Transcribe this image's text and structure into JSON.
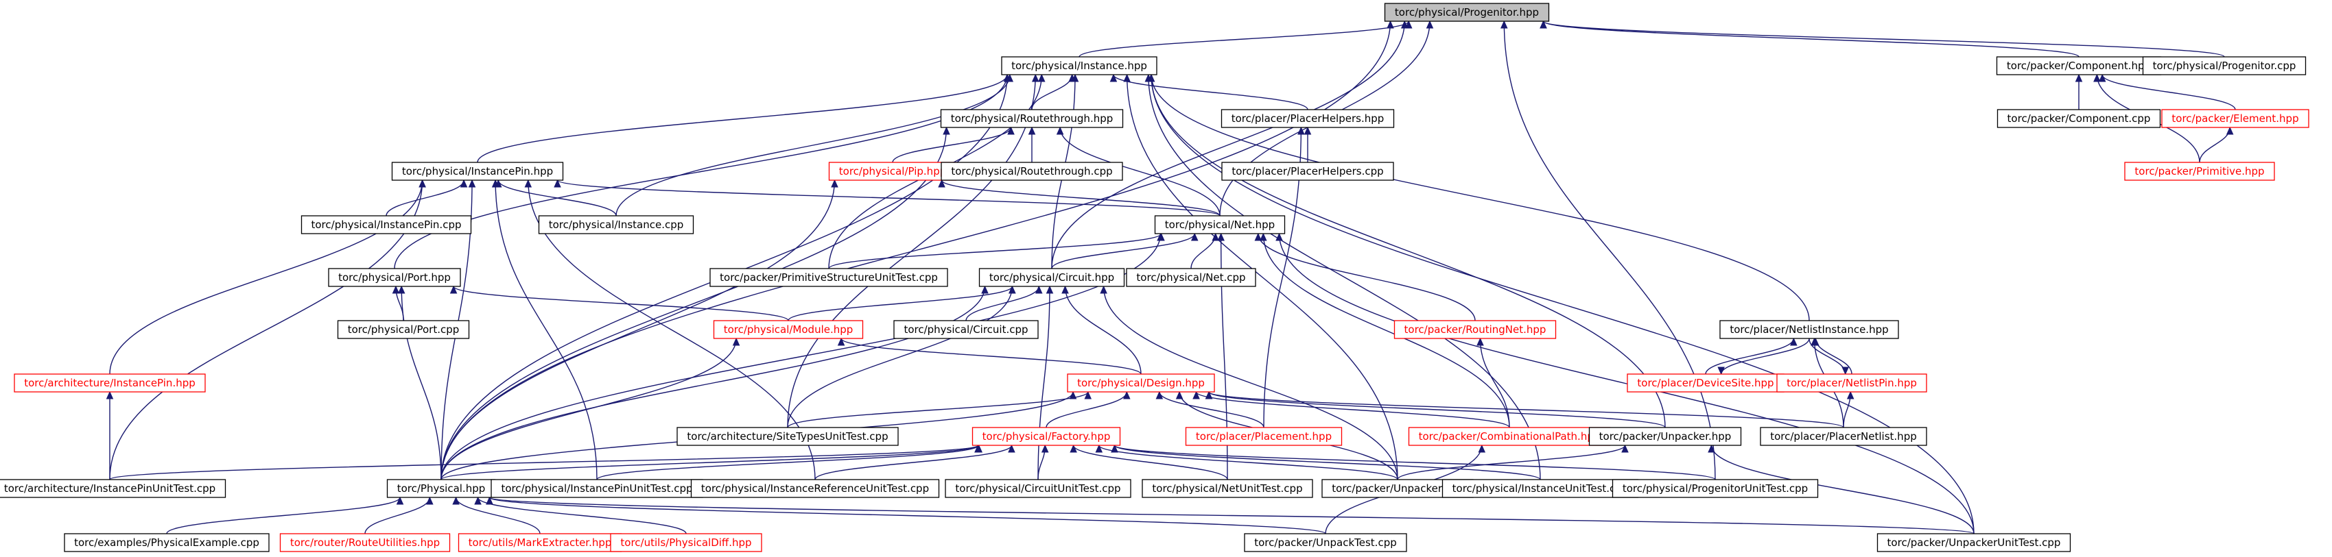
{
  "diagram": {
    "title": "",
    "edge_color": "#191970",
    "missing_color": "#ff0000",
    "root_fill": "#bfbfbf",
    "nodes": [
      {
        "id": "progenitor_hpp",
        "label": "torc/physical/Progenitor.hpp",
        "root": true
      },
      {
        "id": "instance_hpp",
        "label": "torc/physical/Instance.hpp"
      },
      {
        "id": "component_hpp",
        "label": "torc/packer/Component.hpp"
      },
      {
        "id": "progenitor_cpp",
        "label": "torc/physical/Progenitor.cpp"
      },
      {
        "id": "routethrough_hpp",
        "label": "torc/physical/Routethrough.hpp"
      },
      {
        "id": "placerhelpers_hpp",
        "label": "torc/placer/PlacerHelpers.hpp"
      },
      {
        "id": "component_cpp",
        "label": "torc/packer/Component.cpp"
      },
      {
        "id": "element_hpp",
        "label": "torc/packer/Element.hpp",
        "missing": true
      },
      {
        "id": "instancepin_hpp",
        "label": "torc/physical/InstancePin.hpp"
      },
      {
        "id": "pip_hpp",
        "label": "torc/physical/Pip.hpp",
        "missing": true
      },
      {
        "id": "routethrough_cpp",
        "label": "torc/physical/Routethrough.cpp"
      },
      {
        "id": "placerhelpers_cpp",
        "label": "torc/placer/PlacerHelpers.cpp"
      },
      {
        "id": "primitive_hpp",
        "label": "torc/packer/Primitive.hpp",
        "missing": true
      },
      {
        "id": "instancepin_cpp",
        "label": "torc/physical/InstancePin.cpp"
      },
      {
        "id": "instance_cpp",
        "label": "torc/physical/Instance.cpp"
      },
      {
        "id": "net_hpp",
        "label": "torc/physical/Net.hpp"
      },
      {
        "id": "port_hpp",
        "label": "torc/physical/Port.hpp"
      },
      {
        "id": "pstest_cpp",
        "label": "torc/packer/PrimitiveStructureUnitTest.cpp"
      },
      {
        "id": "circuit_hpp",
        "label": "torc/physical/Circuit.hpp"
      },
      {
        "id": "net_cpp",
        "label": "torc/physical/Net.cpp"
      },
      {
        "id": "port_cpp",
        "label": "torc/physical/Port.cpp"
      },
      {
        "id": "module_hpp",
        "label": "torc/physical/Module.hpp",
        "missing": true
      },
      {
        "id": "circuit_cpp",
        "label": "torc/physical/Circuit.cpp"
      },
      {
        "id": "routingnet_hpp",
        "label": "torc/packer/RoutingNet.hpp",
        "missing": true
      },
      {
        "id": "netlistinstance_hpp",
        "label": "torc/placer/NetlistInstance.hpp"
      },
      {
        "id": "arch_instancepin_hpp",
        "label": "torc/architecture/InstancePin.hpp",
        "missing": true
      },
      {
        "id": "design_hpp",
        "label": "torc/physical/Design.hpp",
        "missing": true
      },
      {
        "id": "devicesite_hpp",
        "label": "torc/placer/DeviceSite.hpp",
        "missing": true
      },
      {
        "id": "netlistpin_hpp",
        "label": "torc/placer/NetlistPin.hpp",
        "missing": true
      },
      {
        "id": "sitetypes_cpp",
        "label": "torc/architecture/SiteTypesUnitTest.cpp"
      },
      {
        "id": "factory_hpp",
        "label": "torc/physical/Factory.hpp",
        "missing": true
      },
      {
        "id": "placement_hpp",
        "label": "torc/placer/Placement.hpp",
        "missing": true
      },
      {
        "id": "combpath_hpp",
        "label": "torc/packer/CombinationalPath.hpp",
        "missing": true
      },
      {
        "id": "unpacker_hpp",
        "label": "torc/packer/Unpacker.hpp"
      },
      {
        "id": "placernetlist_hpp",
        "label": "torc/placer/PlacerNetlist.hpp"
      },
      {
        "id": "arch_instpintest_cpp",
        "label": "torc/architecture/InstancePinUnitTest.cpp"
      },
      {
        "id": "physical_hpp",
        "label": "torc/Physical.hpp"
      },
      {
        "id": "instpintest_cpp",
        "label": "torc/physical/InstancePinUnitTest.cpp"
      },
      {
        "id": "instreftest_cpp",
        "label": "torc/physical/InstanceReferenceUnitTest.cpp"
      },
      {
        "id": "circuittest_cpp",
        "label": "torc/physical/CircuitUnitTest.cpp"
      },
      {
        "id": "nettest_cpp",
        "label": "torc/physical/NetUnitTest.cpp"
      },
      {
        "id": "unpacker_cpp",
        "label": "torc/packer/Unpacker.cpp"
      },
      {
        "id": "instancetest_cpp",
        "label": "torc/physical/InstanceUnitTest.cpp"
      },
      {
        "id": "progenitortest_cpp",
        "label": "torc/physical/ProgenitorUnitTest.cpp"
      },
      {
        "id": "physicalexample_cpp",
        "label": "torc/examples/PhysicalExample.cpp"
      },
      {
        "id": "routeutilities_hpp",
        "label": "torc/router/RouteUtilities.hpp",
        "missing": true
      },
      {
        "id": "markextracter_hpp",
        "label": "torc/utils/MarkExtracter.hpp",
        "missing": true
      },
      {
        "id": "physicaldiff_hpp",
        "label": "torc/utils/PhysicalDiff.hpp",
        "missing": true
      },
      {
        "id": "unpacktest_cpp",
        "label": "torc/packer/UnpackTest.cpp"
      },
      {
        "id": "unpackertest_cpp",
        "label": "torc/packer/UnpackerUnitTest.cpp"
      }
    ],
    "edges": [
      [
        "progenitor_hpp",
        "instance_hpp"
      ],
      [
        "progenitor_hpp",
        "component_hpp"
      ],
      [
        "progenitor_hpp",
        "progenitor_cpp"
      ],
      [
        "progenitor_hpp",
        "net_hpp"
      ],
      [
        "progenitor_hpp",
        "circuit_hpp"
      ],
      [
        "progenitor_hpp",
        "physical_hpp"
      ],
      [
        "progenitor_hpp",
        "progenitortest_cpp"
      ],
      [
        "instance_hpp",
        "routethrough_hpp"
      ],
      [
        "instance_hpp",
        "placerhelpers_hpp"
      ],
      [
        "instance_hpp",
        "instancepin_hpp"
      ],
      [
        "instance_hpp",
        "instance_cpp"
      ],
      [
        "instance_hpp",
        "port_hpp"
      ],
      [
        "instance_hpp",
        "pstest_cpp"
      ],
      [
        "instance_hpp",
        "circuit_hpp"
      ],
      [
        "instance_hpp",
        "netlistinstance_hpp"
      ],
      [
        "instance_hpp",
        "unpacker_hpp"
      ],
      [
        "instance_hpp",
        "unpacker_cpp"
      ],
      [
        "instance_hpp",
        "physical_hpp"
      ],
      [
        "instance_hpp",
        "sitetypes_cpp"
      ],
      [
        "instance_hpp",
        "unpackertest_cpp"
      ],
      [
        "instance_hpp",
        "instancetest_cpp"
      ],
      [
        "component_hpp",
        "component_cpp"
      ],
      [
        "component_hpp",
        "element_hpp"
      ],
      [
        "component_hpp",
        "primitive_hpp"
      ],
      [
        "element_hpp",
        "primitive_hpp"
      ],
      [
        "routethrough_hpp",
        "pip_hpp"
      ],
      [
        "routethrough_hpp",
        "routethrough_cpp"
      ],
      [
        "routethrough_hpp",
        "net_hpp"
      ],
      [
        "routethrough_hpp",
        "physical_hpp"
      ],
      [
        "placerhelpers_hpp",
        "placerhelpers_cpp"
      ],
      [
        "placerhelpers_hpp",
        "placement_hpp"
      ],
      [
        "instancepin_hpp",
        "instancepin_cpp"
      ],
      [
        "instancepin_hpp",
        "instance_cpp"
      ],
      [
        "instancepin_hpp",
        "net_hpp"
      ],
      [
        "instancepin_hpp",
        "arch_instancepin_hpp"
      ],
      [
        "instancepin_hpp",
        "arch_instpintest_cpp"
      ],
      [
        "instancepin_hpp",
        "physical_hpp"
      ],
      [
        "instancepin_hpp",
        "instpintest_cpp"
      ],
      [
        "instancepin_hpp",
        "instreftest_cpp"
      ],
      [
        "pip_hpp",
        "net_hpp"
      ],
      [
        "pip_hpp",
        "physical_hpp"
      ],
      [
        "net_hpp",
        "pstest_cpp"
      ],
      [
        "net_hpp",
        "circuit_hpp"
      ],
      [
        "net_hpp",
        "net_cpp"
      ],
      [
        "net_hpp",
        "routingnet_hpp"
      ],
      [
        "net_hpp",
        "combpath_hpp"
      ],
      [
        "net_hpp",
        "physical_hpp"
      ],
      [
        "net_hpp",
        "nettest_cpp"
      ],
      [
        "net_hpp",
        "unpackertest_cpp"
      ],
      [
        "port_hpp",
        "port_cpp"
      ],
      [
        "port_hpp",
        "module_hpp"
      ],
      [
        "port_hpp",
        "physical_hpp"
      ],
      [
        "circuit_hpp",
        "module_hpp"
      ],
      [
        "circuit_hpp",
        "circuit_cpp"
      ],
      [
        "circuit_hpp",
        "design_hpp"
      ],
      [
        "circuit_hpp",
        "sitetypes_cpp"
      ],
      [
        "circuit_hpp",
        "physical_hpp"
      ],
      [
        "circuit_hpp",
        "circuittest_cpp"
      ],
      [
        "circuit_hpp",
        "unpacker_cpp"
      ],
      [
        "module_hpp",
        "design_hpp"
      ],
      [
        "module_hpp",
        "physical_hpp"
      ],
      [
        "routingnet_hpp",
        "combpath_hpp"
      ],
      [
        "netlistinstance_hpp",
        "devicesite_hpp"
      ],
      [
        "netlistinstance_hpp",
        "netlistpin_hpp"
      ],
      [
        "netlistinstance_hpp",
        "placernetlist_hpp"
      ],
      [
        "devicesite_hpp",
        "netlistinstance_hpp"
      ],
      [
        "netlistpin_hpp",
        "netlistinstance_hpp"
      ],
      [
        "netlistpin_hpp",
        "placernetlist_hpp"
      ],
      [
        "arch_instancepin_hpp",
        "arch_instpintest_cpp"
      ],
      [
        "design_hpp",
        "factory_hpp"
      ],
      [
        "design_hpp",
        "placement_hpp"
      ],
      [
        "design_hpp",
        "combpath_hpp"
      ],
      [
        "design_hpp",
        "unpacker_hpp"
      ],
      [
        "design_hpp",
        "sitetypes_cpp"
      ],
      [
        "design_hpp",
        "physical_hpp"
      ],
      [
        "design_hpp",
        "unpacker_cpp"
      ],
      [
        "design_hpp",
        "placernetlist_hpp"
      ],
      [
        "factory_hpp",
        "physical_hpp"
      ],
      [
        "factory_hpp",
        "arch_instpintest_cpp"
      ],
      [
        "factory_hpp",
        "instpintest_cpp"
      ],
      [
        "factory_hpp",
        "instreftest_cpp"
      ],
      [
        "factory_hpp",
        "circuittest_cpp"
      ],
      [
        "factory_hpp",
        "nettest_cpp"
      ],
      [
        "factory_hpp",
        "unpacker_cpp"
      ],
      [
        "factory_hpp",
        "instancetest_cpp"
      ],
      [
        "factory_hpp",
        "progenitortest_cpp"
      ],
      [
        "combpath_hpp",
        "unpacktest_cpp"
      ],
      [
        "unpacker_hpp",
        "unpacker_cpp"
      ],
      [
        "unpacker_hpp",
        "unpackertest_cpp"
      ],
      [
        "physical_hpp",
        "physicalexample_cpp"
      ],
      [
        "physical_hpp",
        "routeutilities_hpp"
      ],
      [
        "physical_hpp",
        "markextracter_hpp"
      ],
      [
        "physical_hpp",
        "physicaldiff_hpp"
      ],
      [
        "physical_hpp",
        "unpacktest_cpp"
      ],
      [
        "physical_hpp",
        "unpackertest_cpp"
      ]
    ]
  }
}
